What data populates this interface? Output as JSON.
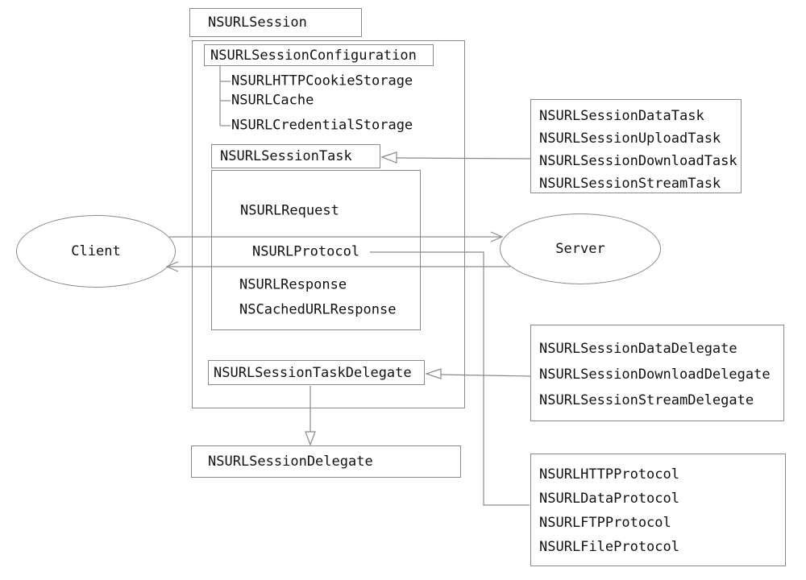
{
  "colors": {
    "line": "#8a8a8a",
    "text": "#111111",
    "background": "#ffffff"
  },
  "nodes": {
    "session": "NSURLSession",
    "configuration": "NSURLSessionConfiguration",
    "config_children": [
      "NSURLHTTPCookieStorage",
      "NSURLCache",
      "NSURLCredentialStorage"
    ],
    "session_task": "NSURLSessionTask",
    "inner_labels": [
      "NSURLRequest",
      "NSURLProtocol",
      "NSURLResponse",
      "NSCachedURLResponse"
    ],
    "client": "Client",
    "server": "Server",
    "task_types": [
      "NSURLSessionDataTask",
      "NSURLSessionUploadTask",
      "NSURLSessionDownloadTask",
      "NSURLSessionStreamTask"
    ],
    "task_delegate": "NSURLSessionTaskDelegate",
    "delegate_types": [
      "NSURLSessionDataDelegate",
      "NSURLSessionDownloadDelegate",
      "NSURLSessionStreamDelegate"
    ],
    "session_delegate": "NSURLSessionDelegate",
    "protocol_types": [
      "NSURLHTTPProtocol",
      "NSURLDataProtocol",
      "NSURLFTPProtocol",
      "NSURLFileProtocol"
    ]
  }
}
